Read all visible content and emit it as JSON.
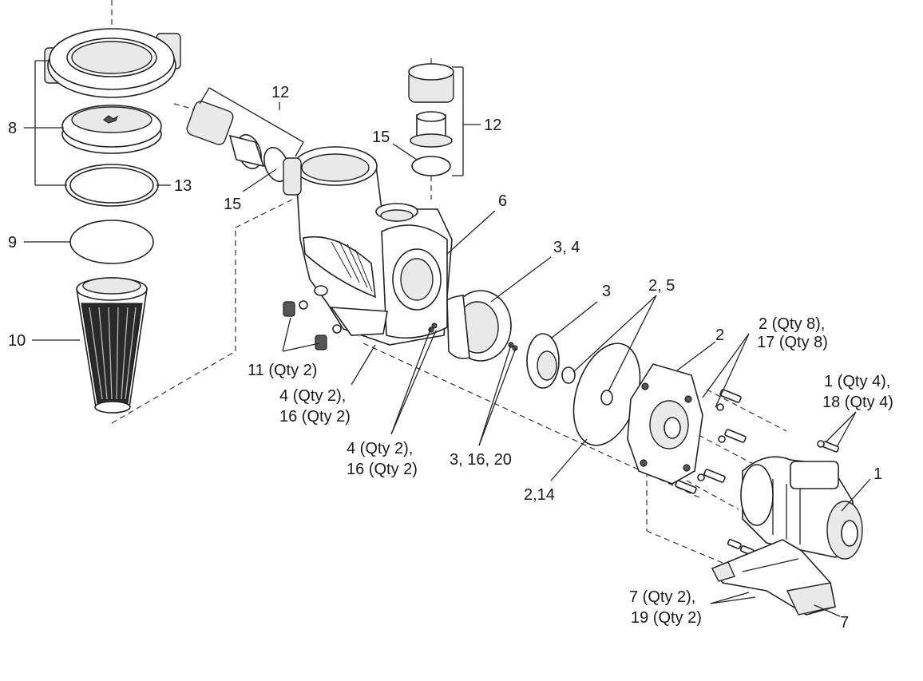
{
  "labels": {
    "l1": "1",
    "l1q": "1 (Qty 4),",
    "l18q": "18 (Qty 4)",
    "l2": "2",
    "l2q": "2 (Qty 8),",
    "l17q": "17 (Qty 8)",
    "l25": "2, 5",
    "l214": "2,14",
    "l3": "3",
    "l34": "3, 4",
    "l31620": "3, 16, 20",
    "l4a": "4 (Qty 2),",
    "l16a": "16 (Qty 2)",
    "l4b": "4 (Qty 2),",
    "l16b": "16 (Qty 2)",
    "l6": "6",
    "l7q": "7 (Qty 2),",
    "l19q": "19 (Qty 2)",
    "l7": "7",
    "l8": "8",
    "l9": "9",
    "l10": "10",
    "l11q": "11 (Qty 2)",
    "l12a": "12",
    "l12b": "12",
    "l13": "13",
    "l15a": "15",
    "l15b": "15"
  }
}
